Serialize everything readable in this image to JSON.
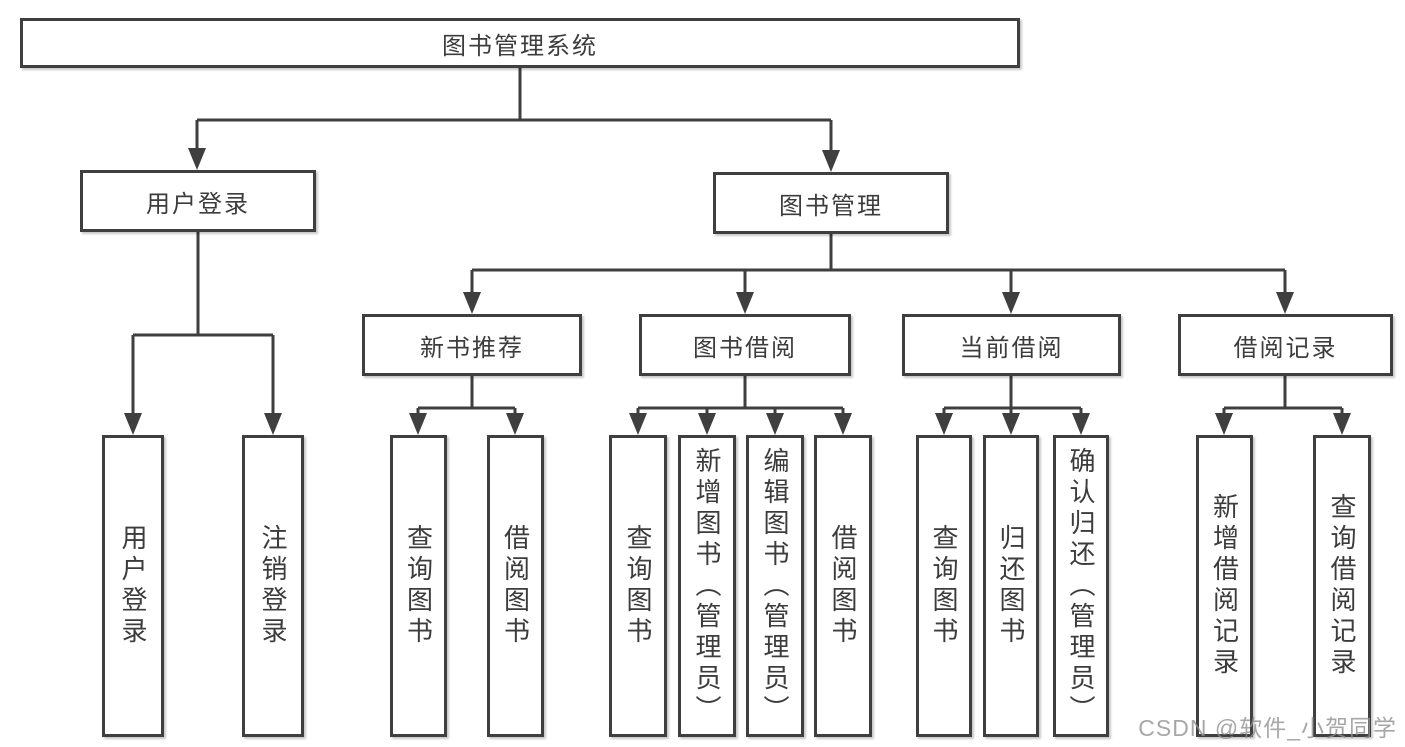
{
  "diagram": {
    "type": "hierarchy-tree",
    "tree": {
      "label": "图书管理系统",
      "children": [
        {
          "label": "用户登录",
          "children": [
            {
              "label": "用户登录"
            },
            {
              "label": "注销登录"
            }
          ]
        },
        {
          "label": "图书管理",
          "children": [
            {
              "label": "新书推荐",
              "children": [
                {
                  "label": "查询图书"
                },
                {
                  "label": "借阅图书"
                }
              ]
            },
            {
              "label": "图书借阅",
              "children": [
                {
                  "label": "查询图书"
                },
                {
                  "label": "新增图书（管理员）"
                },
                {
                  "label": "编辑图书（管理员）"
                },
                {
                  "label": "借阅图书"
                }
              ]
            },
            {
              "label": "当前借阅",
              "children": [
                {
                  "label": "查询图书"
                },
                {
                  "label": "归还图书"
                },
                {
                  "label": "确认归还（管理员）"
                }
              ]
            },
            {
              "label": "借阅记录",
              "children": [
                {
                  "label": "新增借阅记录"
                },
                {
                  "label": "查询借阅记录"
                }
              ]
            }
          ]
        }
      ]
    }
  },
  "watermark": "CSDN @软件_小贺同学",
  "colors": {
    "line": "#3f3f3f",
    "box_border": "#3f3f3f",
    "box_fill": "#ffffff",
    "text": "#3c3c3c",
    "watermark": "#919191",
    "background": "#ffffff"
  }
}
